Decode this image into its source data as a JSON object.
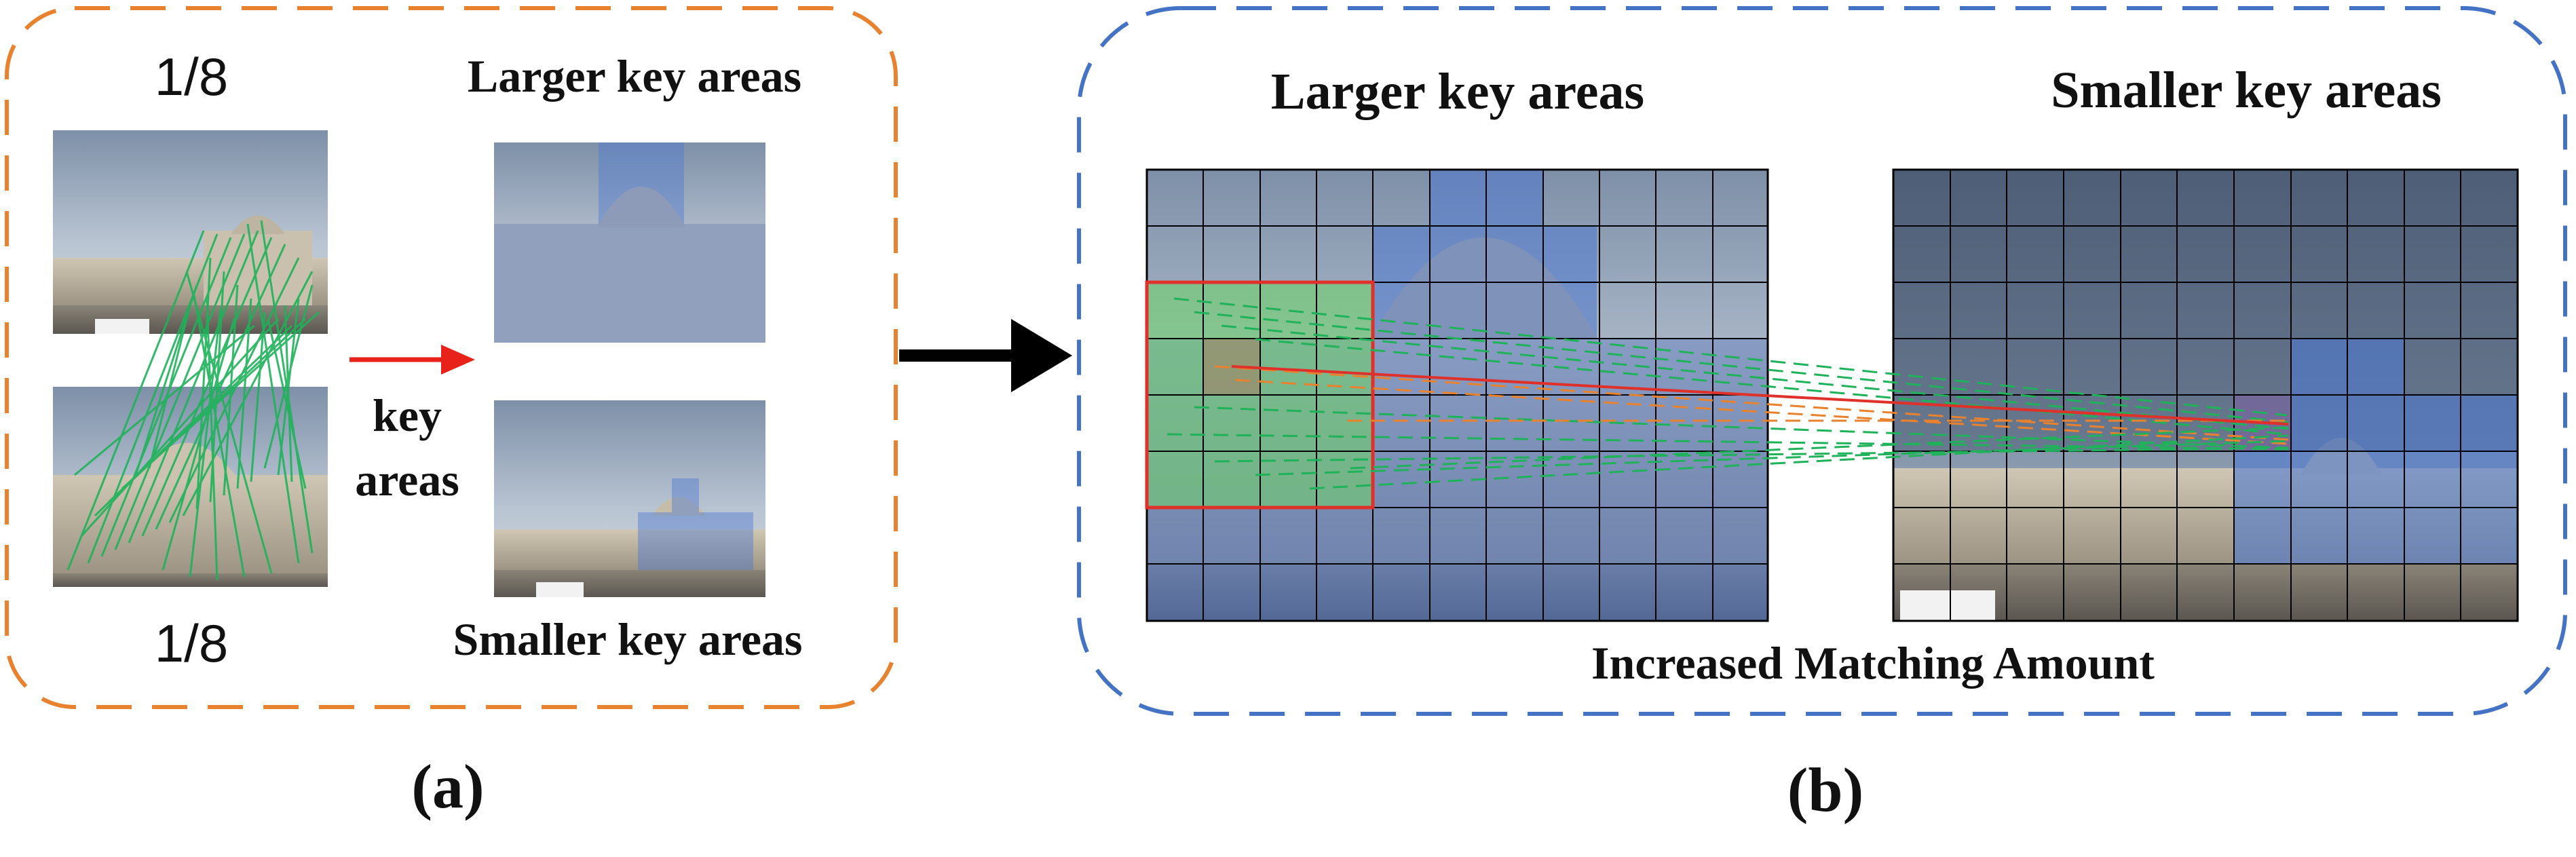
{
  "panel_a": {
    "scale_top": "1/8",
    "scale_bottom": "1/8",
    "larger_label": "Larger key areas",
    "smaller_label": "Smaller key areas",
    "arrow_label_1": "key",
    "arrow_label_2": "areas",
    "caption": "(a)",
    "border_color": "#E8822E"
  },
  "panel_b": {
    "larger_label": "Larger key areas",
    "smaller_label": "Smaller key areas",
    "bottom_label": "Increased Matching Amount",
    "caption": "(b)",
    "border_color": "#4472C4"
  },
  "colors": {
    "match_line": "#1FB25A",
    "highlight_blue": "#4F79D0",
    "highlight_green": "#6FD06A",
    "highlight_red": "#E0302A",
    "arrow_red": "#E8211B",
    "arrow_black": "#000000"
  }
}
